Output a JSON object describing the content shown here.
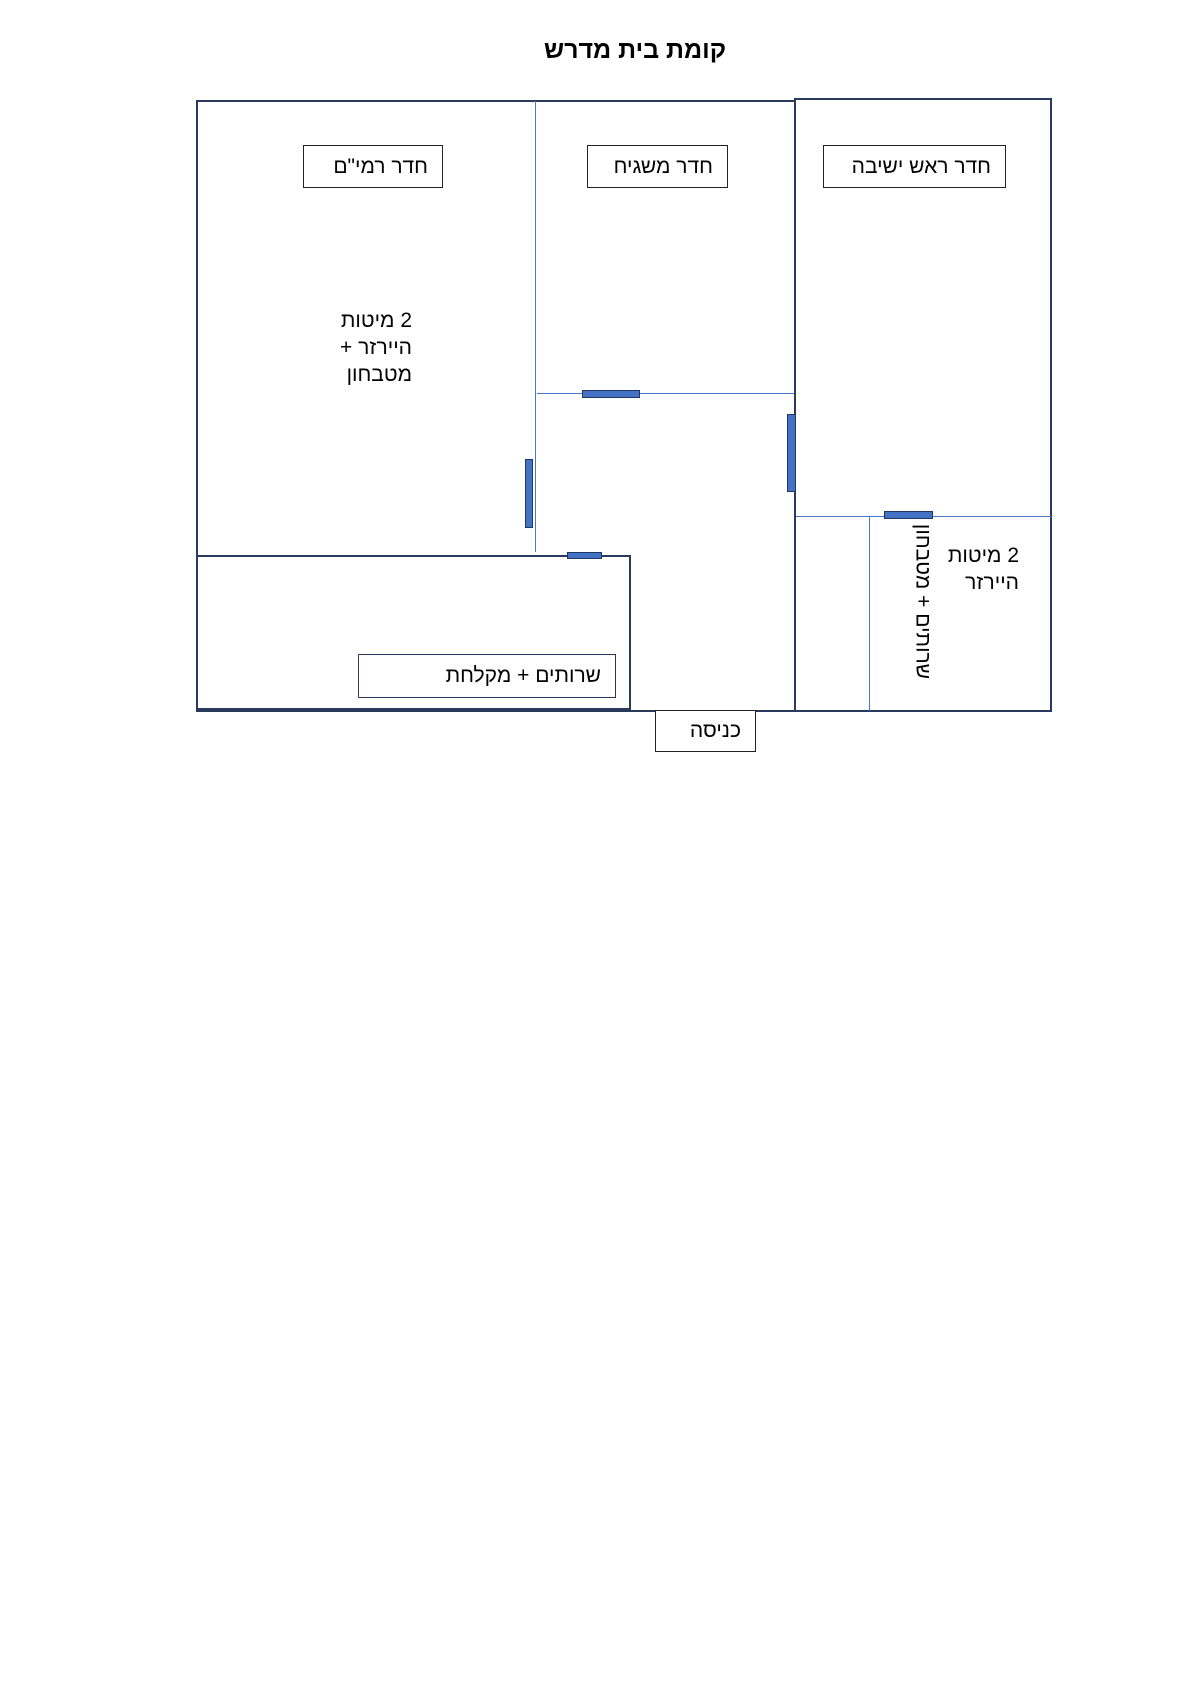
{
  "title": "קומת בית מדרש",
  "rooms": {
    "ramim_label": "חדר רמי\"ם",
    "mashgiach_label": "חדר משגיח",
    "rosh_yeshiva_label": "חדר ראש ישיבה",
    "bathroom_label": "שרותים + מקלחת",
    "entrance_label": "כניסה",
    "left_note": [
      "2 מיטות",
      "היירזר +",
      "מטבחון"
    ],
    "right_note": [
      "2 מיטות",
      "היירזר"
    ],
    "vertical_note": "שרותים + מטבחון"
  },
  "colors": {
    "wall": "#2a3a5c",
    "partition": "#4a78c8",
    "door": "#4472c4"
  }
}
